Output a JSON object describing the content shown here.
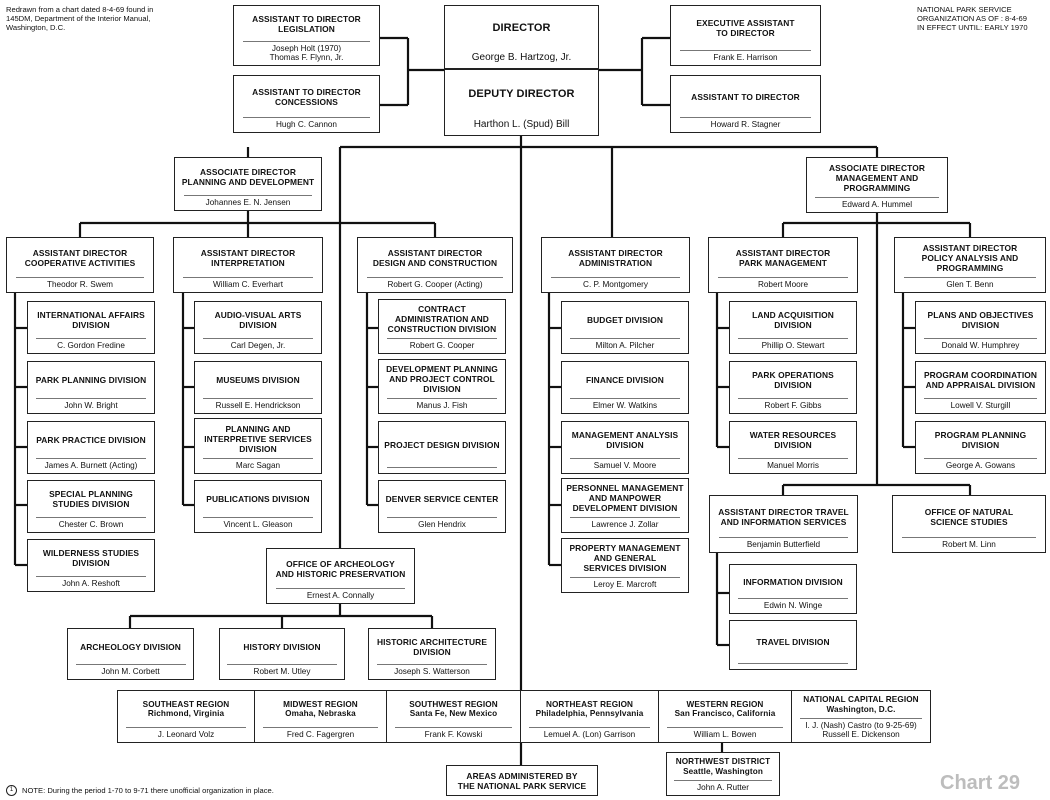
{
  "notes": {
    "source": "Redrawn from a chart dated 8-4-69 found in\n145DM, Department of the Interior Manual,\nWashington, D.C.",
    "org": "NATIONAL PARK SERVICE\nORGANIZATION AS OF :  8-4-69\nIN EFFECT UNTIL:  EARLY 1970",
    "footnote_marker": "1",
    "footnote": "NOTE:  During the period 1-70 to 9-71 there unofficial organization in place.",
    "chart_label": "Chart 29"
  },
  "director": {
    "title": "DIRECTOR",
    "name": "George B. Hartzog, Jr."
  },
  "deputy": {
    "title": "DEPUTY DIRECTOR",
    "name": "Harthon L. (Spud) Bill"
  },
  "staff": {
    "legislation": {
      "title": "ASSISTANT TO DIRECTOR\nLEGISLATION",
      "name": "Joseph Holt (1970)\nThomas F. Flynn, Jr."
    },
    "concessions": {
      "title": "ASSISTANT TO DIRECTOR\nCONCESSIONS",
      "name": "Hugh C. Cannon"
    },
    "executive": {
      "title": "EXECUTIVE ASSISTANT\nTO DIRECTOR",
      "name": "Frank E. Harrison"
    },
    "assistant": {
      "title": "ASSISTANT TO DIRECTOR",
      "name": "Howard R. Stagner"
    }
  },
  "assoc_planning": {
    "title": "ASSOCIATE DIRECTOR\nPLANNING AND DEVELOPMENT",
    "name": "Johannes E. N. Jensen"
  },
  "assoc_mgmt": {
    "title": "ASSOCIATE DIRECTOR\nMANAGEMENT AND\nPROGRAMMING",
    "name": "Edward A. Hummel"
  },
  "coop": {
    "head": {
      "title": "ASSISTANT DIRECTOR\nCOOPERATIVE ACTIVITIES",
      "name": "Theodor R. Swem"
    },
    "divisions": [
      {
        "title": "INTERNATIONAL AFFAIRS\nDIVISION",
        "name": "C. Gordon Fredine"
      },
      {
        "title": "PARK PLANNING DIVISION",
        "name": "John W. Bright"
      },
      {
        "title": "PARK PRACTICE DIVISION",
        "name": "James A. Burnett (Acting)"
      },
      {
        "title": "SPECIAL PLANNING\nSTUDIES DIVISION",
        "name": "Chester C. Brown"
      },
      {
        "title": "WILDERNESS STUDIES\nDIVISION",
        "name": "John A. Reshoft"
      }
    ]
  },
  "interp": {
    "head": {
      "title": "ASSISTANT DIRECTOR\nINTERPRETATION",
      "name": "William C. Everhart"
    },
    "divisions": [
      {
        "title": "AUDIO-VISUAL ARTS\nDIVISION",
        "name": "Carl Degen, Jr."
      },
      {
        "title": "MUSEUMS DIVISION",
        "name": "Russell E. Hendrickson"
      },
      {
        "title": "PLANNING AND\nINTERPRETIVE SERVICES\nDIVISION",
        "name": "Marc Sagan"
      },
      {
        "title": "PUBLICATIONS DIVISION",
        "name": "Vincent L. Gleason"
      }
    ]
  },
  "design": {
    "head": {
      "title": "ASSISTANT DIRECTOR\nDESIGN AND CONSTRUCTION",
      "name": "Robert G. Cooper (Acting)"
    },
    "divisions": [
      {
        "title": "CONTRACT\nADMINISTRATION AND\nCONSTRUCTION DIVISION",
        "name": "Robert G. Cooper"
      },
      {
        "title": "DEVELOPMENT PLANNING\nAND PROJECT CONTROL\nDIVISION",
        "name": "Manus J. Fish"
      },
      {
        "title": "PROJECT DESIGN DIVISION",
        "name": ""
      },
      {
        "title": "DENVER SERVICE CENTER",
        "name": "Glen Hendrix"
      }
    ]
  },
  "archeology": {
    "head": {
      "title": "OFFICE OF ARCHEOLOGY\nAND HISTORIC PRESERVATION",
      "name": "Ernest A. Connally"
    },
    "divisions": [
      {
        "title": "ARCHEOLOGY DIVISION",
        "name": "John M. Corbett"
      },
      {
        "title": "HISTORY DIVISION",
        "name": "Robert M. Utley"
      },
      {
        "title": "HISTORIC ARCHITECTURE\nDIVISION",
        "name": "Joseph S. Watterson"
      }
    ]
  },
  "admin": {
    "head": {
      "title": "ASSISTANT DIRECTOR\nADMINISTRATION",
      "name": "C. P. Montgomery"
    },
    "divisions": [
      {
        "title": "BUDGET DIVISION",
        "name": "Milton A. Pilcher"
      },
      {
        "title": "FINANCE DIVISION",
        "name": "Elmer W. Watkins"
      },
      {
        "title": "MANAGEMENT ANALYSIS\nDIVISION",
        "name": "Samuel V. Moore"
      },
      {
        "title": "PERSONNEL MANAGEMENT\nAND MANPOWER\nDEVELOPMENT DIVISION",
        "name": "Lawrence J. Zollar"
      },
      {
        "title": "PROPERTY MANAGEMENT\nAND GENERAL\nSERVICES DIVISION",
        "name": "Leroy E. Marcroft"
      }
    ]
  },
  "parkmgmt": {
    "head": {
      "title": "ASSISTANT DIRECTOR\nPARK MANAGEMENT",
      "name": "Robert Moore"
    },
    "divisions": [
      {
        "title": "LAND ACQUISITION\nDIVISION",
        "name": "Phillip O. Stewart"
      },
      {
        "title": "PARK OPERATIONS\nDIVISION",
        "name": "Robert F. Gibbs"
      },
      {
        "title": "WATER RESOURCES\nDIVISION",
        "name": "Manuel Morris"
      }
    ]
  },
  "policy": {
    "head": {
      "title": "ASSISTANT DIRECTOR\nPOLICY ANALYSIS AND\nPROGRAMMING",
      "name": "Glen T. Benn"
    },
    "divisions": [
      {
        "title": "PLANS AND OBJECTIVES\nDIVISION",
        "name": "Donald W. Humphrey"
      },
      {
        "title": "PROGRAM COORDINATION\nAND APPRAISAL DIVISION",
        "name": "Lowell V. Sturgill"
      },
      {
        "title": "PROGRAM PLANNING\nDIVISION",
        "name": "George A. Gowans"
      }
    ]
  },
  "travel": {
    "head": {
      "title": "ASSISTANT DIRECTOR TRAVEL\nAND INFORMATION SERVICES",
      "name": "Benjamin Butterfield"
    },
    "divisions": [
      {
        "title": "INFORMATION DIVISION",
        "name": "Edwin N. Winge"
      },
      {
        "title": "TRAVEL DIVISION",
        "name": ""
      }
    ]
  },
  "natural_science": {
    "title": "OFFICE OF NATURAL\nSCIENCE STUDIES",
    "name": "Robert M. Linn"
  },
  "regions": [
    {
      "title": "SOUTHEAST REGION\nRichmond, Virginia",
      "name": "J. Leonard Volz"
    },
    {
      "title": "MIDWEST REGION\nOmaha, Nebraska",
      "name": "Fred C. Fagergren"
    },
    {
      "title": "SOUTHWEST REGION\nSanta Fe, New Mexico",
      "name": "Frank F. Kowski"
    },
    {
      "title": "NORTHEAST REGION\nPhiladelphia, Pennsylvania",
      "name": "Lemuel A. (Lon) Garrison"
    },
    {
      "title": "WESTERN REGION\nSan Francisco, California",
      "name": "William L. Bowen"
    },
    {
      "title": "NATIONAL CAPITAL REGION\nWashington, D.C.",
      "name": "I. J. (Nash) Castro (to 9-25-69)\nRussell E. Dickenson"
    }
  ],
  "northwest": {
    "title": "NORTHWEST DISTRICT\nSeattle, Washington",
    "name": "John A. Rutter"
  },
  "areas": {
    "title": "AREAS ADMINISTERED BY\nTHE NATIONAL PARK SERVICE"
  }
}
